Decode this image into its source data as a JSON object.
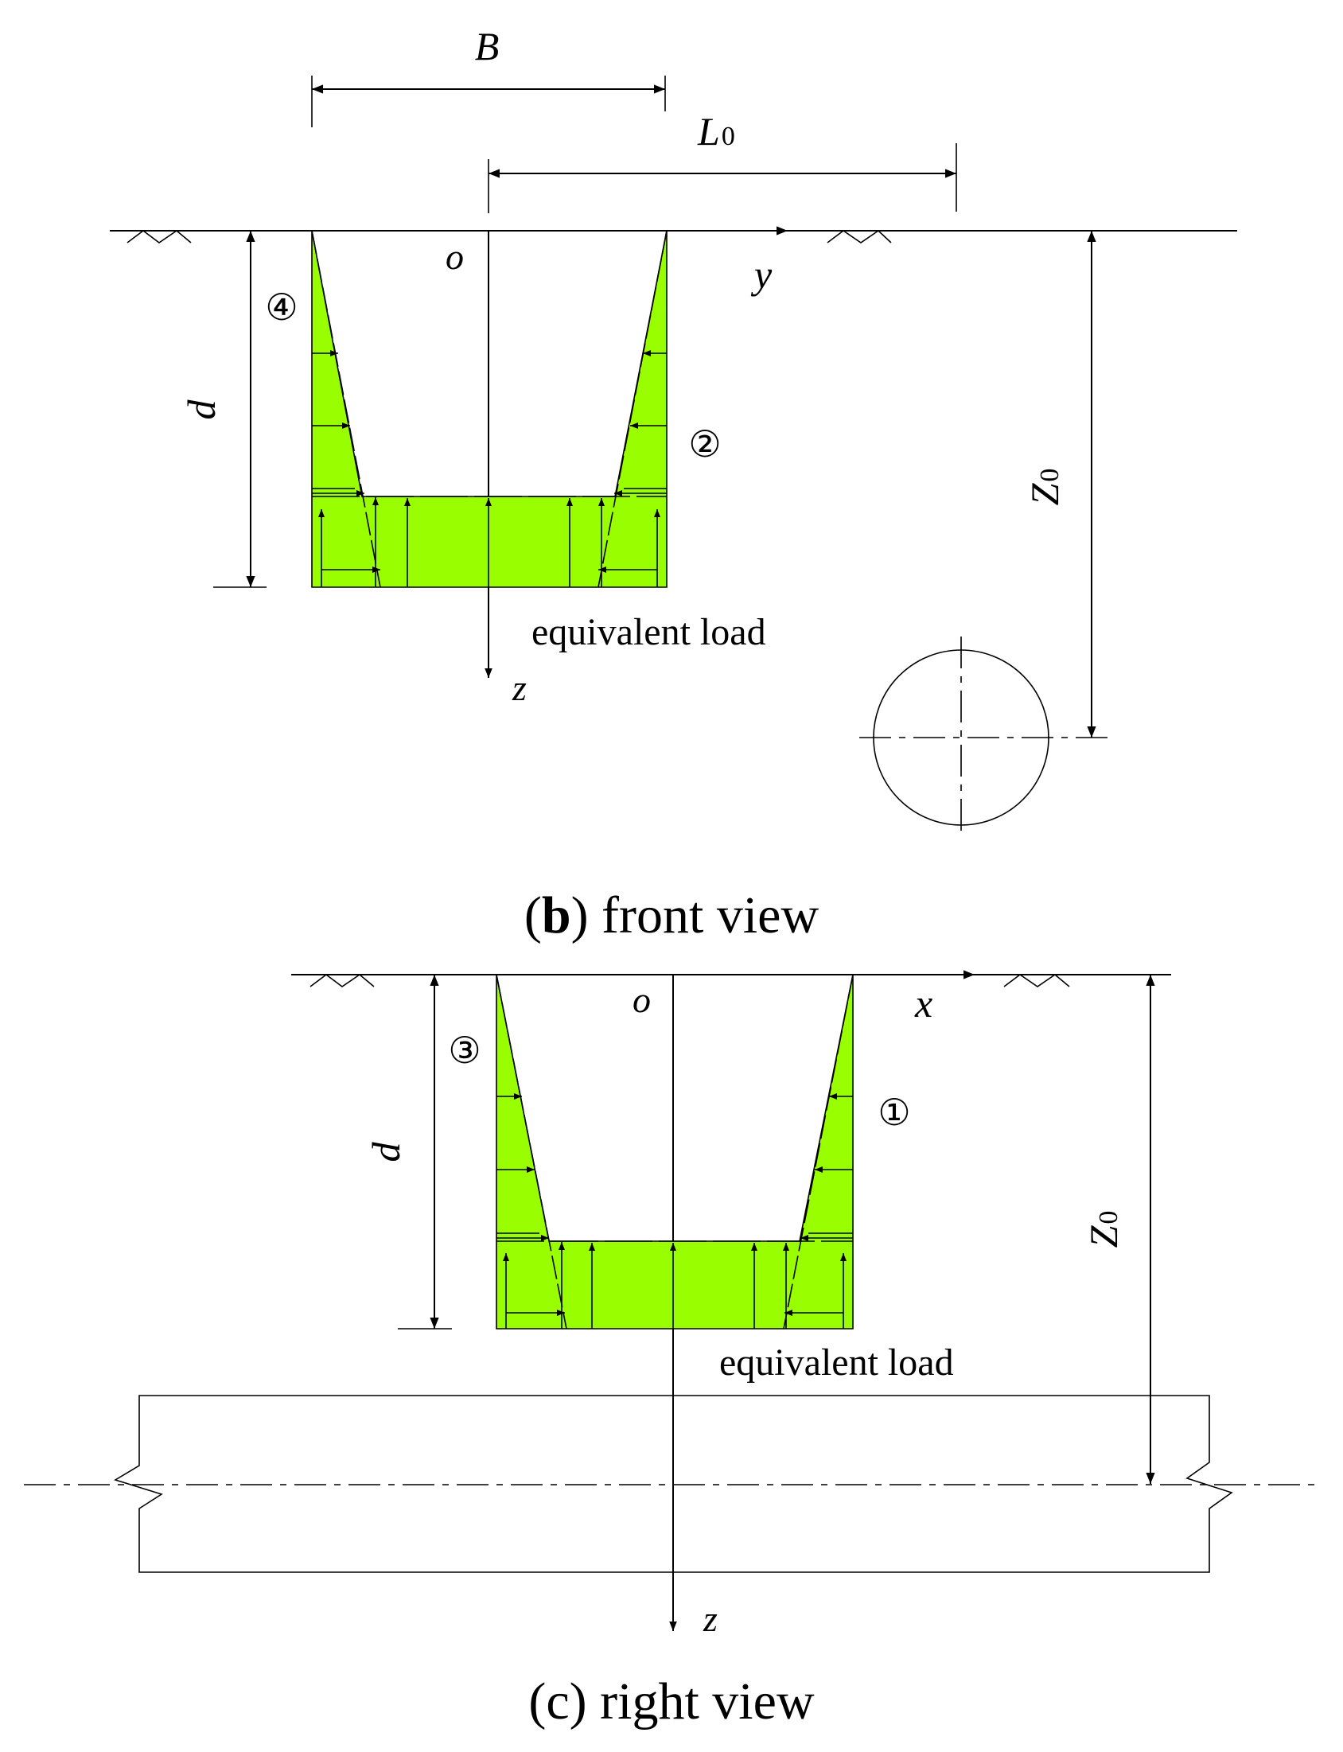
{
  "front_view": {
    "caption_letter": "b",
    "caption_text": " front view",
    "label_B": "B",
    "label_L0": "L",
    "label_L0_sub": "0",
    "label_o": "o",
    "label_y": "y",
    "label_z": "z",
    "label_d": "d",
    "label_Z0": "Z",
    "label_Z0_sub": "0",
    "face_left": "④",
    "face_right": "②",
    "equivalent_load": "equivalent load"
  },
  "right_view": {
    "caption_letter": "c",
    "caption_text": " right view",
    "label_o": "o",
    "label_x": "x",
    "label_z": "z",
    "label_d": "d",
    "label_Z0": "Z",
    "label_Z0_sub": "0",
    "face_left": "③",
    "face_right": "①",
    "equivalent_load": "equivalent load"
  },
  "colors": {
    "load_fill": "#99ff00",
    "line": "#000000"
  }
}
